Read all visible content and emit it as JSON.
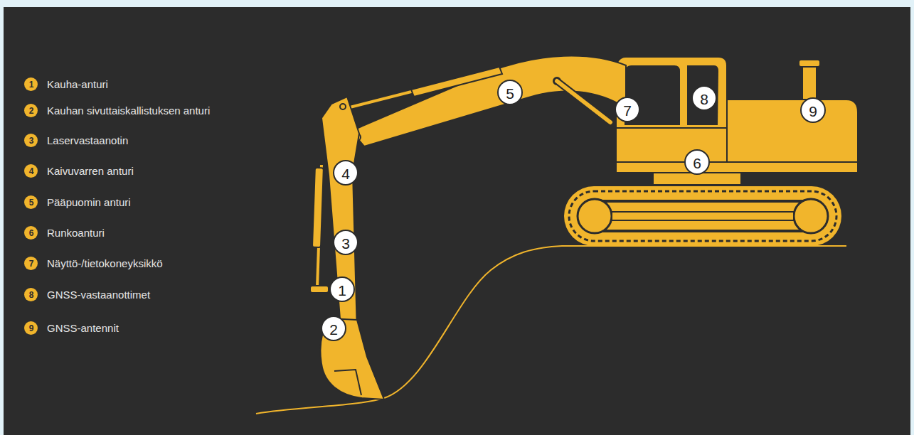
{
  "diagram": {
    "labels": [
      "1",
      "2",
      "3",
      "4",
      "5",
      "6",
      "7",
      "8",
      "9",
      "5",
      "7",
      "8",
      "9",
      "4",
      "6",
      "3",
      "1",
      "2"
    ],
    "legend": [
      {
        "text": "Kauha-anturi"
      },
      {
        "text": "Kauhan sivuttaiskallistuksen anturi"
      },
      {
        "text": "Laservastaanotin"
      },
      {
        "text": "Kaivuvarren anturi"
      },
      {
        "text": "Pääpuomin anturi"
      },
      {
        "text": "Runkoanturi"
      },
      {
        "text": "Näyttö-/tietokoneyksikkö"
      },
      {
        "text": "GNSS-vastaanottimet"
      },
      {
        "text": "GNSS-antennit"
      }
    ]
  }
}
